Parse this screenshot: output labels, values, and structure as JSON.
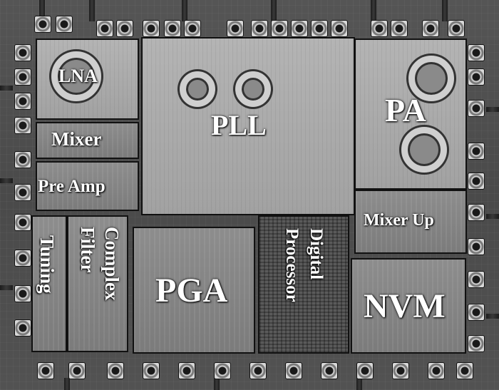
{
  "die_labels": {
    "lna": "LNA",
    "mixer": "Mixer",
    "pre_amp": "Pre Amp",
    "pll": "PLL",
    "pa": "PA",
    "mixer_up": "Mixer Up",
    "tuning": "Tuning",
    "complex_filter": "Complex Filter",
    "pga": "PGA",
    "digital_processor": "Digital Processor",
    "nvm": "NVM"
  }
}
